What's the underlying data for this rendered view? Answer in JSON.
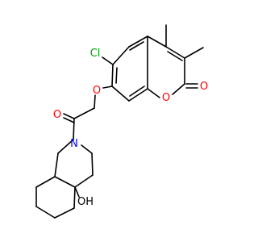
{
  "molecule": {
    "atoms": {
      "chlorine": {
        "symbol": "Cl"
      },
      "ether_oxygen": {
        "symbol": "O"
      },
      "ring_oxygen": {
        "symbol": "O"
      },
      "lactone_carbonyl_oxygen": {
        "symbol": "O"
      },
      "ketone_oxygen": {
        "symbol": "O"
      },
      "amide_nitrogen": {
        "symbol": "N"
      },
      "hydroxyl": {
        "symbol": "OH"
      }
    },
    "colors": {
      "bond": "#000000",
      "chlorine": "#00a000",
      "oxygen": "#ff0000",
      "nitrogen": "#0000ff",
      "background": "#ffffff"
    }
  }
}
